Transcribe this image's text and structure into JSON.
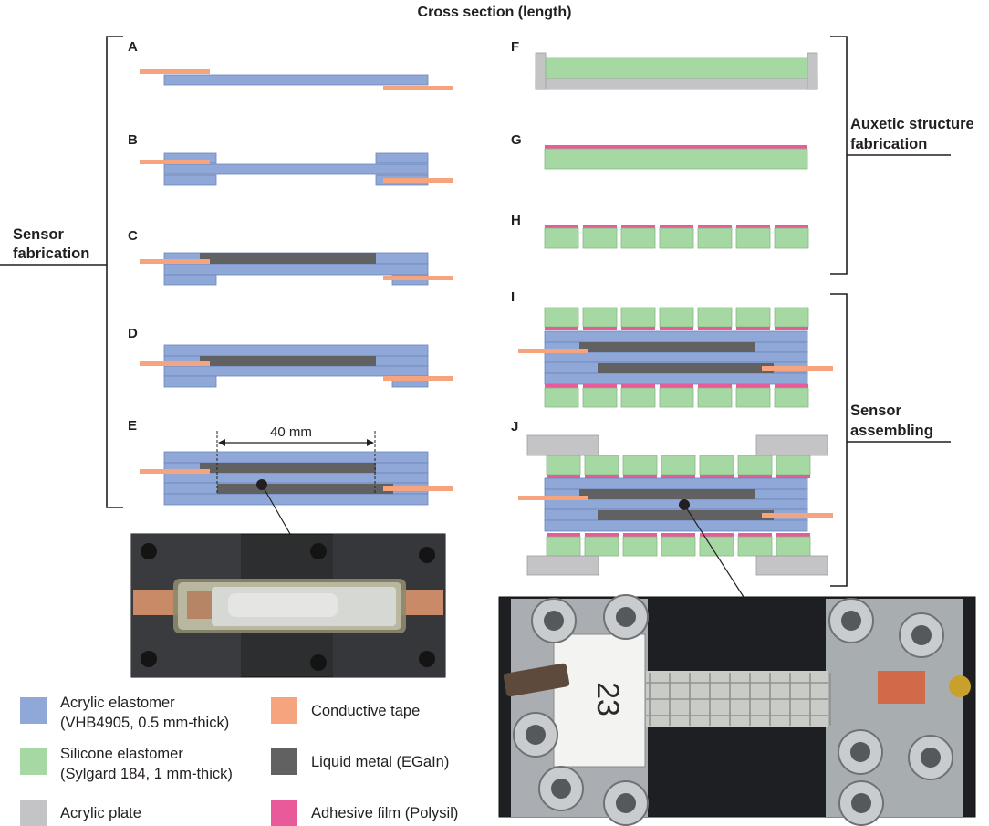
{
  "title": "Cross section (length)",
  "group_labels": {
    "sensor_fabrication": [
      "Sensor",
      "fabrication"
    ],
    "auxetic_fabrication": [
      "Auxetic structure",
      "fabrication"
    ],
    "sensor_assembling": [
      "Sensor",
      "assembling"
    ]
  },
  "steps": {
    "a": "A",
    "b": "B",
    "c": "C",
    "d": "D",
    "e": "E",
    "f": "F",
    "g": "G",
    "h": "H",
    "i": "I",
    "j": "J"
  },
  "dimension": "40 mm",
  "photo_sensor": {
    "number": "23"
  },
  "legend": [
    {
      "id": "acrylic-elastomer",
      "line1": "Acrylic elastomer",
      "line2": "(VHB4905, 0.5 mm-thick)",
      "color": "#8fa8d8"
    },
    {
      "id": "silicone-elastomer",
      "line1": "Silicone elastomer",
      "line2": "(Sylgard 184, 1 mm-thick)",
      "color": "#a6d8a4"
    },
    {
      "id": "acrylic-plate",
      "line1": "Acrylic plate",
      "line2": "",
      "color": "#c4c4c6"
    },
    {
      "id": "conductive-tape",
      "line1": "Conductive tape",
      "line2": "",
      "color": "#f5a47e"
    },
    {
      "id": "liquid-metal",
      "line1": "Liquid metal (EGaIn)",
      "line2": "",
      "color": "#616161"
    },
    {
      "id": "adhesive-film",
      "line1": "Adhesive film (Polysil)",
      "line2": "",
      "color": "#e85a9a"
    }
  ],
  "colors": {
    "acrylic": "#8fa8d8",
    "acrylic_stroke": "#6b84b8",
    "silicone": "#a6d8a4",
    "silicone_stroke": "#86b884",
    "plate": "#c4c4c6",
    "plate_stroke": "#9d9da0",
    "tape": "#f5a47e",
    "metal": "#616161",
    "adhesive": "#e85a9a"
  }
}
